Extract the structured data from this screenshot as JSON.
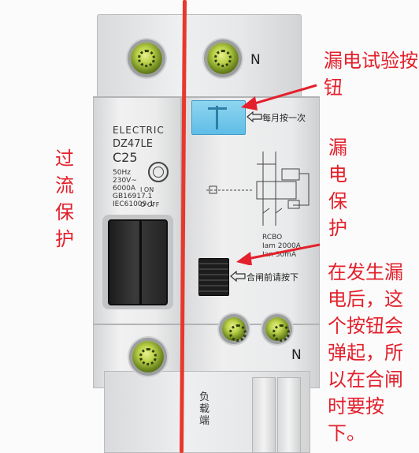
{
  "device": {
    "brand": "ELECTRIC",
    "model": "DZ47LE",
    "rating": "C25",
    "specs": [
      "50Hz",
      "230V~",
      "6000A",
      "GB16917.1",
      "IEC61009-1"
    ],
    "switch_on": "I ON",
    "switch_off": "O OFF",
    "neutral_top": "N",
    "neutral_bottom": "N",
    "test_note": "每月按一次",
    "reset_note": "合闸前请按下",
    "rcbo_title": "RCBO",
    "rcbo_lines": [
      "Iam 2000A",
      "Ian 30mA"
    ],
    "load_end": "负载端"
  },
  "annotations": {
    "test_button": "漏电试验按钮",
    "overcurrent": "过流保护",
    "leakage": "漏电保护",
    "reset_explain": "在发生漏电后，这个按钮会弹起，所以在合闸时要按下。"
  },
  "colors": {
    "annotation": "#e3202b",
    "divider_line": "#e8382c",
    "test_button": "#6ec6ea",
    "screw": "#bcd34a"
  },
  "icons": {
    "test_arrow": "hollow-arrow-left-icon",
    "reset_arrow": "hollow-arrow-left-icon",
    "cert_logo": "ccc-certification-icon"
  }
}
